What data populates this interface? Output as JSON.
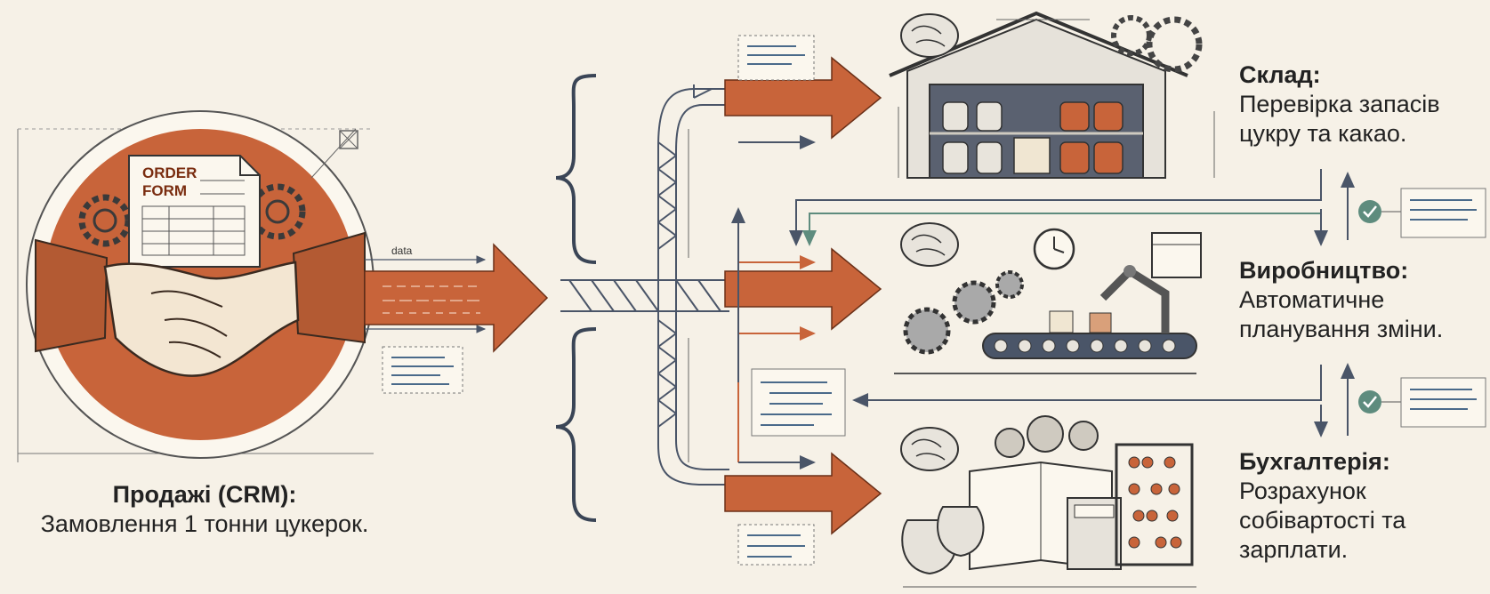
{
  "crm": {
    "title": "Продажі (CRM):",
    "desc": "Замовлення 1 тонни цукерок."
  },
  "order_form": {
    "line1": "ORDER",
    "line2": "FORM"
  },
  "flow_label": "data",
  "departments": {
    "warehouse": {
      "title": "Склад:",
      "desc": "Перевірка запасів цукру та какао."
    },
    "production": {
      "title": "Виробництво:",
      "desc": "Автоматичне планування зміни."
    },
    "accounting": {
      "title": "Бухгалтерія:",
      "desc": "Розрахунок собівартості та зарплати."
    }
  },
  "colors": {
    "accent": "#c8643a",
    "line": "#4a5568",
    "teal": "#5e8c7e",
    "paper": "#f6f1e7"
  }
}
